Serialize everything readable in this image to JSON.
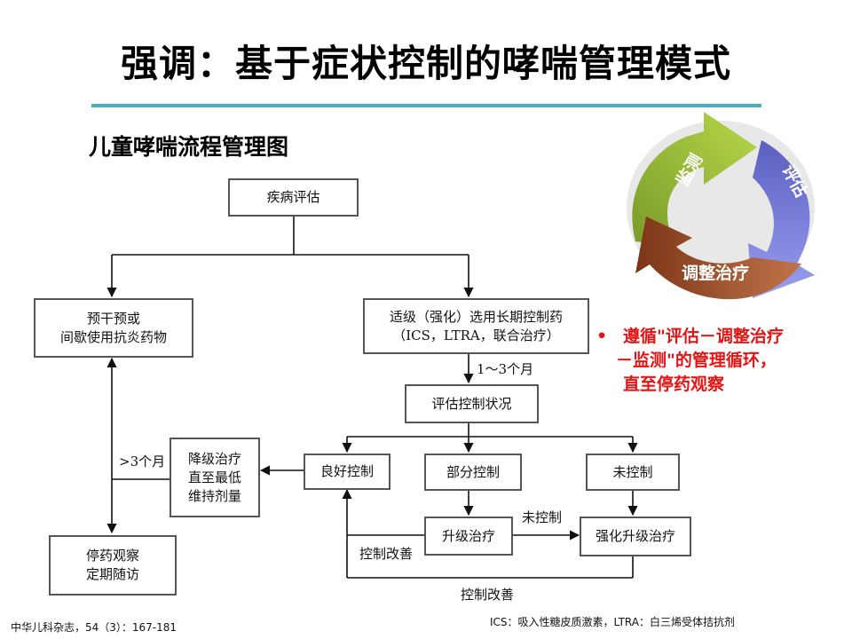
{
  "slide": {
    "title": "强调：基于症状控制的哮喘管理模式",
    "subtitle": "儿童哮喘流程管理图"
  },
  "flowchart": {
    "assess_disease": "疾病评估",
    "prevent_line1": "预干预或",
    "prevent_line2": "间歇使用抗炎药物",
    "longterm_line1": "适级（强化）选用长期控制药",
    "longterm_line2": "（ICS，LTRA，联合治疗）",
    "after_period": "1～3个月",
    "assess_control": "评估控制状况",
    "good_control": "良好控制",
    "partial_control": "部分控制",
    "uncontrolled": "未控制",
    "stepdown_line1": "降级治疗",
    "stepdown_line2": "直至最低",
    "stepdown_line3": "维持剂量",
    "over_3_months": ">3个月",
    "step_up": "升级治疗",
    "intensify": "强化升级治疗",
    "uncontrolled_label": "未控制",
    "improved_inner": "控制改善",
    "improved_outer": "控制改善",
    "stop_line1": "停药观察",
    "stop_line2": "定期随访"
  },
  "cycle": {
    "monitor": "监测",
    "assess": "评估",
    "adjust": "调整治疗",
    "colors": {
      "monitor": "#9bbb3b",
      "assess": "#7b7fdc",
      "adjust": "#a0522d"
    }
  },
  "bullet": {
    "marker": "•",
    "line1": "遵循\"评估－调整治疗",
    "line2": "－监测\"的管理循环，",
    "line3": "直至停药观察"
  },
  "footer": {
    "citation": "中华儿科杂志，54（3）：167-181",
    "abbreviations": "ICS：吸入性糖皮质激素，LTRA：白三烯受体拮抗剂"
  }
}
